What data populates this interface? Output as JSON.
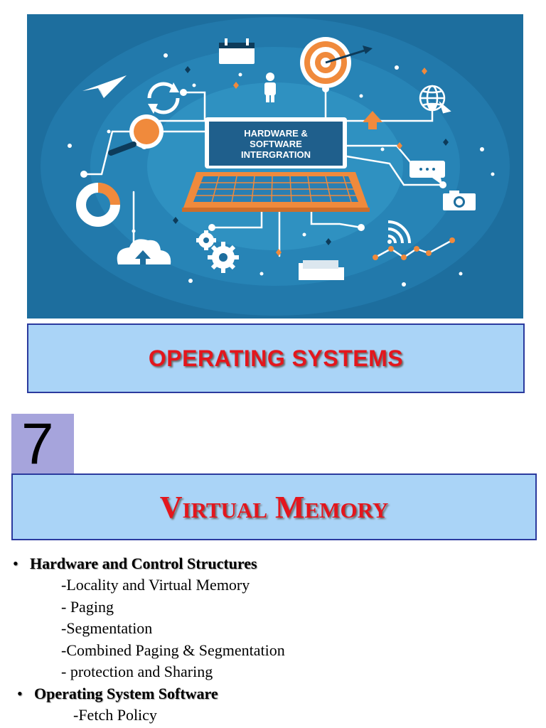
{
  "hero": {
    "screen_text": [
      "HARDWARE &",
      "SOFTWARE",
      "INTERGRATION"
    ],
    "colors": {
      "background": "#1d6e9e",
      "accent": "#f08a3c",
      "icon": "#ffffff"
    },
    "icons": [
      "paper-plane-icon",
      "calendar-icon",
      "person-icon",
      "target-icon",
      "globe-icon",
      "refresh-icon",
      "magnifier-icon",
      "up-arrow-icon",
      "chat-bubble-icon",
      "donut-chart-icon",
      "camera-icon",
      "gears-icon",
      "cloud-upload-icon",
      "wifi-icon",
      "line-graph-icon",
      "folder-icon",
      "laptop-icon"
    ]
  },
  "course_title": "OPERATING SYSTEMS",
  "chapter": {
    "number": "7",
    "title": "Virtual Memory"
  },
  "outline": {
    "section1": {
      "bullet": "•",
      "title": "Hardware and Control Structures",
      "items": [
        "-Locality and Virtual Memory",
        "- Paging",
        "-Segmentation",
        "-Combined Paging & Segmentation",
        "- protection and Sharing"
      ]
    },
    "section2": {
      "bullet": "•",
      "title": "Operating System Software",
      "items": [
        "-Fetch Policy"
      ]
    }
  }
}
